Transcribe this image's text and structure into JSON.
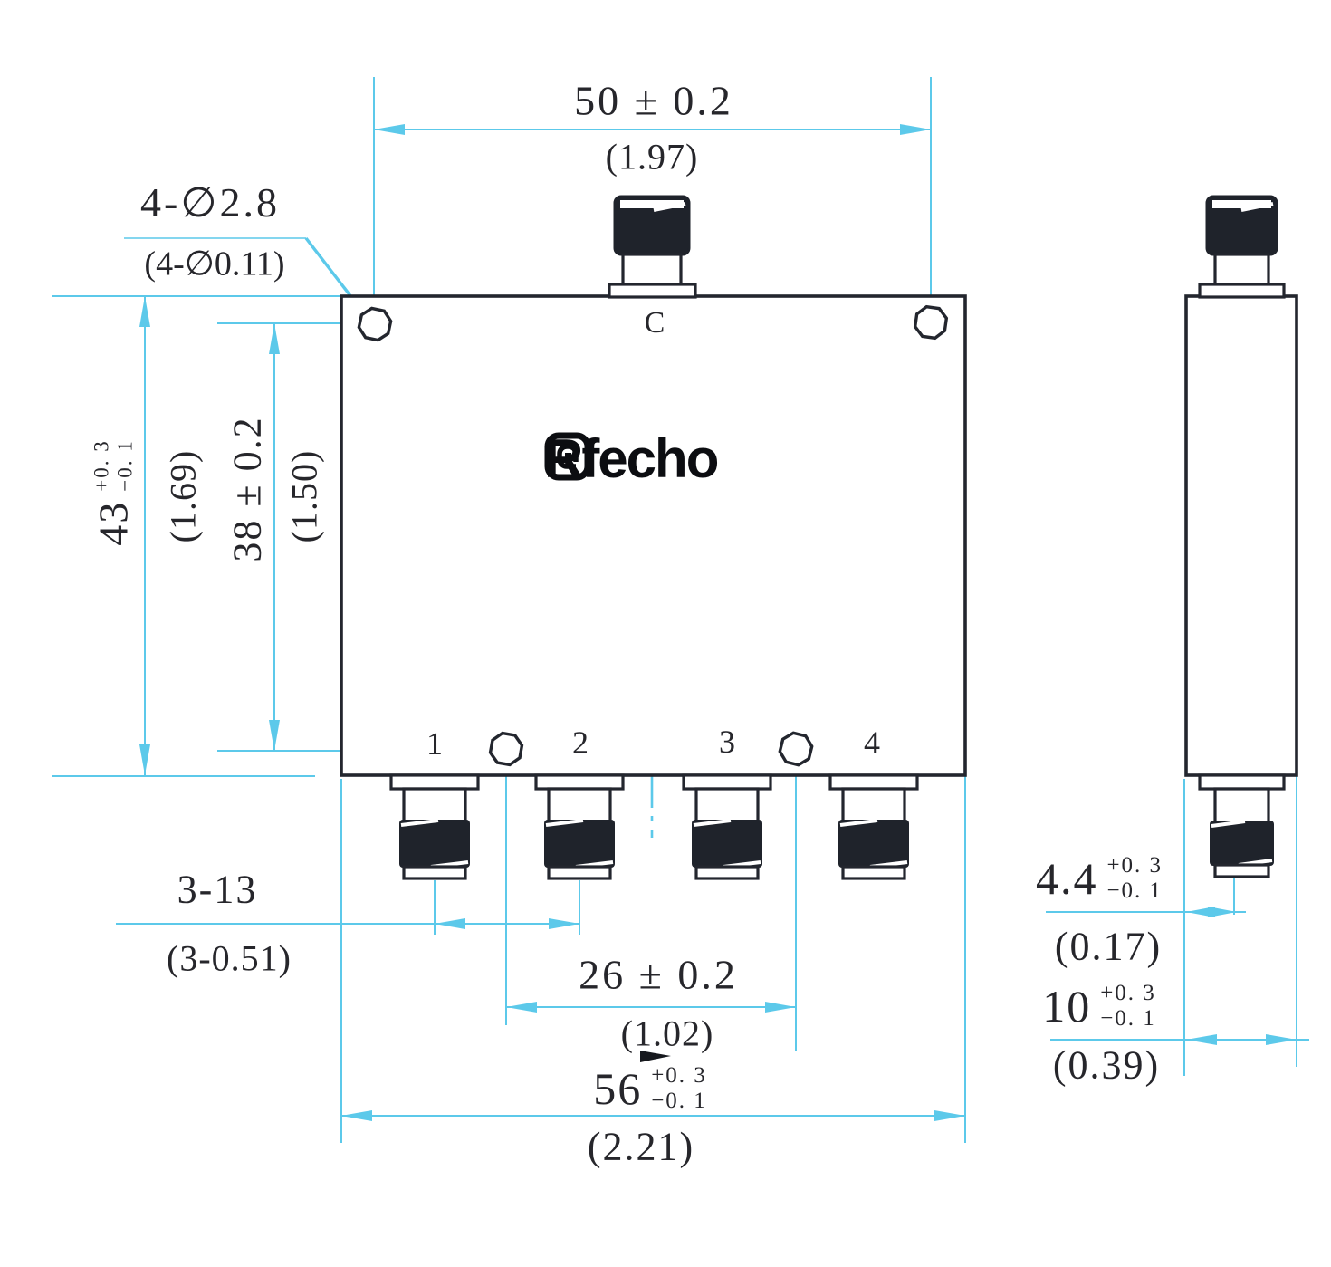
{
  "colors": {
    "accent": "#5cc9ea",
    "ink": "#23262e"
  },
  "logo": {
    "icon": "square-at-icon",
    "text": "Rfecho"
  },
  "front_view": {
    "top_port_label": "C",
    "port_labels": [
      "1",
      "2",
      "3",
      "4"
    ]
  },
  "dimensions": {
    "body_width_top": {
      "value": "50 ± 0.2",
      "inch": "(1.97)"
    },
    "mount_holes": {
      "value": "4-∅2.8",
      "inch": "(4-∅0.11)"
    },
    "body_height": {
      "value": "43",
      "tol_plus": "+0. 3",
      "tol_minus": "−0. 1",
      "inch": "(1.69)"
    },
    "hole_row_spacing": {
      "value": "38 ± 0.2",
      "inch": "(1.50)"
    },
    "port_pitch": {
      "value": "3-13",
      "inch": "(3-0.51)"
    },
    "bottom_hole_spacing": {
      "value": "26 ± 0.2",
      "inch": "(1.02)"
    },
    "body_length": {
      "value": "56",
      "tol_plus": "+0. 3",
      "tol_minus": "−0. 1",
      "inch": "(2.21)"
    },
    "connector_offset": {
      "value": "4.4",
      "tol_plus": "+0. 3",
      "tol_minus": "−0. 1",
      "inch": "(0.17)"
    },
    "body_thickness": {
      "value": "10",
      "tol_plus": "+0. 3",
      "tol_minus": "−0. 1",
      "inch": "(0.39)"
    }
  }
}
